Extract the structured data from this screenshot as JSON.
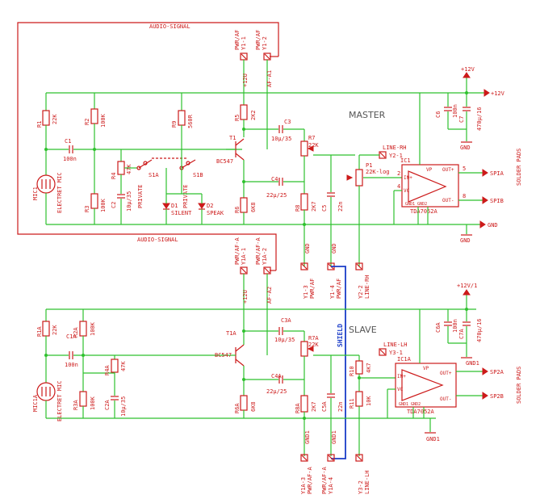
{
  "title": "MASTER",
  "slave_title": "SLAVE",
  "labels": {
    "audio_signal_top": "AUDIO-SIGNAL",
    "audio_signal_mid": "AUDIO-SIGNAL",
    "solder_pads_top": "SOLDER PADS",
    "solder_pads_bottom": "SOLDER PADS",
    "shield": "SHIELD",
    "plus12v": "+12V",
    "plus12v_net": "+12U",
    "plus12v1": "+12V/1",
    "gnd": "GND",
    "gnd1": "GND1",
    "ic1": "IC1",
    "ic1_part": "TDA7052A",
    "ic1a": "IC1A",
    "ic1a_part": "TDA7052A",
    "line_rh": "LINE-RH",
    "line_lh": "LINE-LH",
    "pins": {
      "vp": "VP",
      "outp": "OUT+",
      "outm": "OUT-",
      "inp": "IN+",
      "vc": "VC",
      "gnd_pins": "GND1 GND2"
    }
  },
  "master": {
    "r1": {
      "ref": "R1",
      "val": "22K"
    },
    "r2": {
      "ref": "R2",
      "val": "100K"
    },
    "r3": {
      "ref": "R3",
      "val": "100K"
    },
    "r4": {
      "ref": "R4",
      "val": "47K"
    },
    "r5": {
      "ref": "R5",
      "val": "2K2"
    },
    "r6": {
      "ref": "R6",
      "val": "6K8"
    },
    "r8": {
      "ref": "R8",
      "val": "2K7"
    },
    "r9": {
      "ref": "R9",
      "val": "560R"
    },
    "r7": {
      "ref": "R7",
      "val": "22K"
    },
    "p1": {
      "ref": "P1",
      "val": "22K-log"
    },
    "c1": {
      "ref": "C1",
      "val": "100n"
    },
    "c2": {
      "ref": "C2",
      "val": "10µ/35"
    },
    "c3": {
      "ref": "C3",
      "val": "10µ/35"
    },
    "c4": {
      "ref": "C4",
      "val": "22µ/25"
    },
    "c5": {
      "ref": "C5",
      "val": "22n"
    },
    "c6": {
      "ref": "C6",
      "val": "100n"
    },
    "c7": {
      "ref": "C7",
      "val": "470µ/16"
    },
    "t1": {
      "ref": "T1",
      "val": "BC547"
    },
    "mic": {
      "ref": "MIC1",
      "val": "ELECTRET MIC"
    },
    "d1": {
      "ref": "D1",
      "val": "SILENT"
    },
    "d2": {
      "ref": "D2",
      "val": "SPEAK"
    },
    "s1a": "S1A",
    "s1b": "S1B",
    "private_a": "PRIVATE",
    "private_b": "PRIVATE",
    "af_a1": "AF-A1",
    "y1_1": "Y1-1",
    "y1_2": "Y1-2",
    "y1_3": "Y1-3",
    "y1_4": "Y1-4",
    "y2_1": "Y2-1",
    "y2_2": "Y2-2",
    "pwr_af": "PWR/AF",
    "spia": "SPIA",
    "spib": "SPIB",
    "gnd_net": "GND"
  },
  "slave": {
    "r1": {
      "ref": "R1A",
      "val": "22K"
    },
    "r2": {
      "ref": "R2A",
      "val": "100K"
    },
    "r3": {
      "ref": "R3A",
      "val": "100K"
    },
    "r4": {
      "ref": "R4A",
      "val": "47K"
    },
    "r6": {
      "ref": "R6A",
      "val": "6K8"
    },
    "r8": {
      "ref": "R8A",
      "val": "2K7"
    },
    "r10": {
      "ref": "R10",
      "val": "4K7"
    },
    "r11": {
      "ref": "R11",
      "val": "10K"
    },
    "r7": {
      "ref": "R7A",
      "val": "22K"
    },
    "c1": {
      "ref": "C1A",
      "val": "100n"
    },
    "c2": {
      "ref": "C2A",
      "val": "10µ/35"
    },
    "c3": {
      "ref": "C3A",
      "val": "10µ/35"
    },
    "c4": {
      "ref": "C4A",
      "val": "22µ/25"
    },
    "c5": {
      "ref": "C5A",
      "val": "22n"
    },
    "c6": {
      "ref": "C6A",
      "val": "100n"
    },
    "c7": {
      "ref": "C7A",
      "val": "470µ/16"
    },
    "t1": {
      "ref": "T1A",
      "val": "BC547"
    },
    "mic": {
      "ref": "MIC1A",
      "val": "ELECTRET MIC"
    },
    "af_a2": "AF-A2",
    "y1a_1": "Y1A-1",
    "y1a_2": "Y1A-2",
    "y1a_3": "Y1A-3",
    "y1a_4": "Y1A-4",
    "y3_1": "Y3-1",
    "y3_2": "Y3-2",
    "pwr_af": "PWR/AF-A",
    "sp2a": "SP2A",
    "sp2b": "SP2B",
    "gnd_net": "GND1"
  }
}
